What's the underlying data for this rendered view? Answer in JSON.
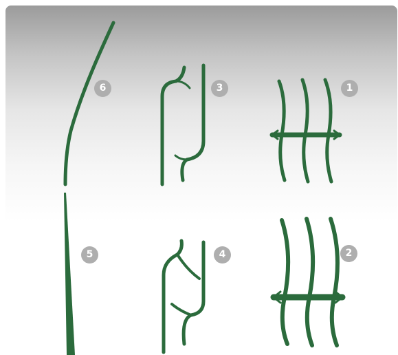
{
  "colors": {
    "stroke": "#2b6b3c",
    "badge": "#aeaeae",
    "badge_text": "#ffffff"
  },
  "badges": {
    "b1": "1",
    "b2": "2",
    "b3": "3",
    "b4": "4",
    "b5": "5",
    "b6": "6"
  }
}
